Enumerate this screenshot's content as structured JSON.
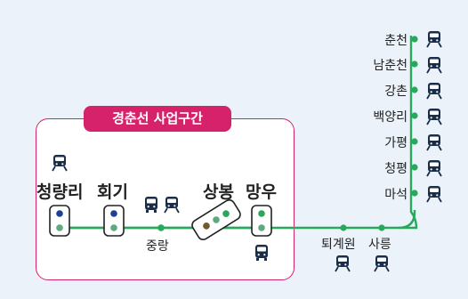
{
  "section": {
    "title": "경춘선 사업구간"
  },
  "colors": {
    "line": "#27a85a",
    "accent": "#d6226b",
    "icon": "#1a2e4a",
    "dot_blue": "#1f3f95",
    "dot_green": "#5ea882",
    "dot_olive": "#6e5a2c"
  },
  "stations_right": [
    {
      "name": "춘천",
      "icon": "train-icon"
    },
    {
      "name": "남춘천",
      "icon": "train-icon"
    },
    {
      "name": "강촌",
      "icon": "train-icon"
    },
    {
      "name": "백양리",
      "icon": "train-icon"
    },
    {
      "name": "가평",
      "icon": "train-icon"
    },
    {
      "name": "청평",
      "icon": "train-icon"
    },
    {
      "name": "마석",
      "icon": "train-icon"
    }
  ],
  "stations_section": [
    {
      "name": "청량리",
      "icon": "train-icon"
    },
    {
      "name": "회기",
      "icon": "train-icon"
    },
    {
      "name": "중랑",
      "icon": "train-icon"
    },
    {
      "name": "상봉",
      "icon": "transfer-icon"
    },
    {
      "name": "망우",
      "icon": "train-icon"
    }
  ],
  "stations_bottom": [
    {
      "name": "퇴계원",
      "icon": "train-icon"
    },
    {
      "name": "사릉",
      "icon": "train-icon"
    }
  ]
}
